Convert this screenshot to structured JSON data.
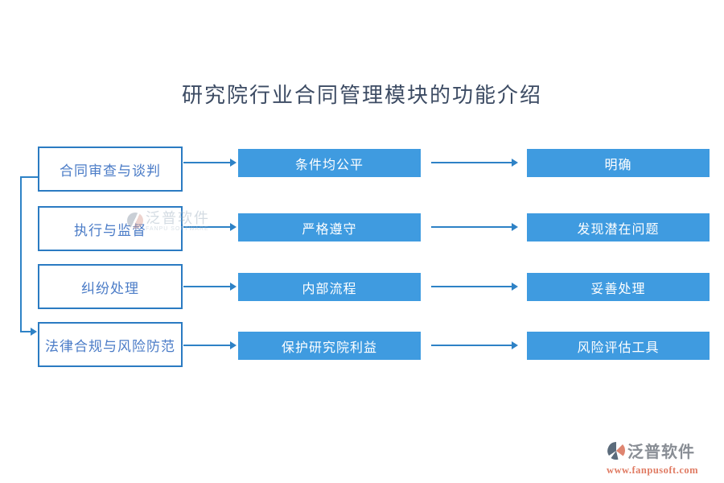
{
  "title": "研究院行业合同管理模块的功能介绍",
  "rows": [
    {
      "left": "合同审查与谈判",
      "middle": "条件均公平",
      "right": "明确"
    },
    {
      "left": "执行与监督",
      "middle": "严格遵守",
      "right": "发现潜在问题"
    },
    {
      "left": "纠纷处理",
      "middle": "内部流程",
      "right": "妥善处理"
    },
    {
      "left": "法律合规与风险防范",
      "middle": "保护研究院利益",
      "right": "风险评估工具"
    }
  ],
  "watermark": {
    "text": "泛普软件",
    "subtext": "FANPU SOFTWARE"
  },
  "brand": {
    "name": "泛普软件",
    "url": "www.fanpusoft.com"
  },
  "colors": {
    "box_fill": "#3F9BE0",
    "box_border": "#2B7BC2",
    "left_box_text": "#4B7CC7",
    "connector": "#2E82C6",
    "title_text": "#3C4B63",
    "brand_name": "#898E95",
    "brand_url": "#E07B63",
    "logo_icon_dark": "#5B6B7B",
    "logo_icon_accent": "#DF8570"
  }
}
